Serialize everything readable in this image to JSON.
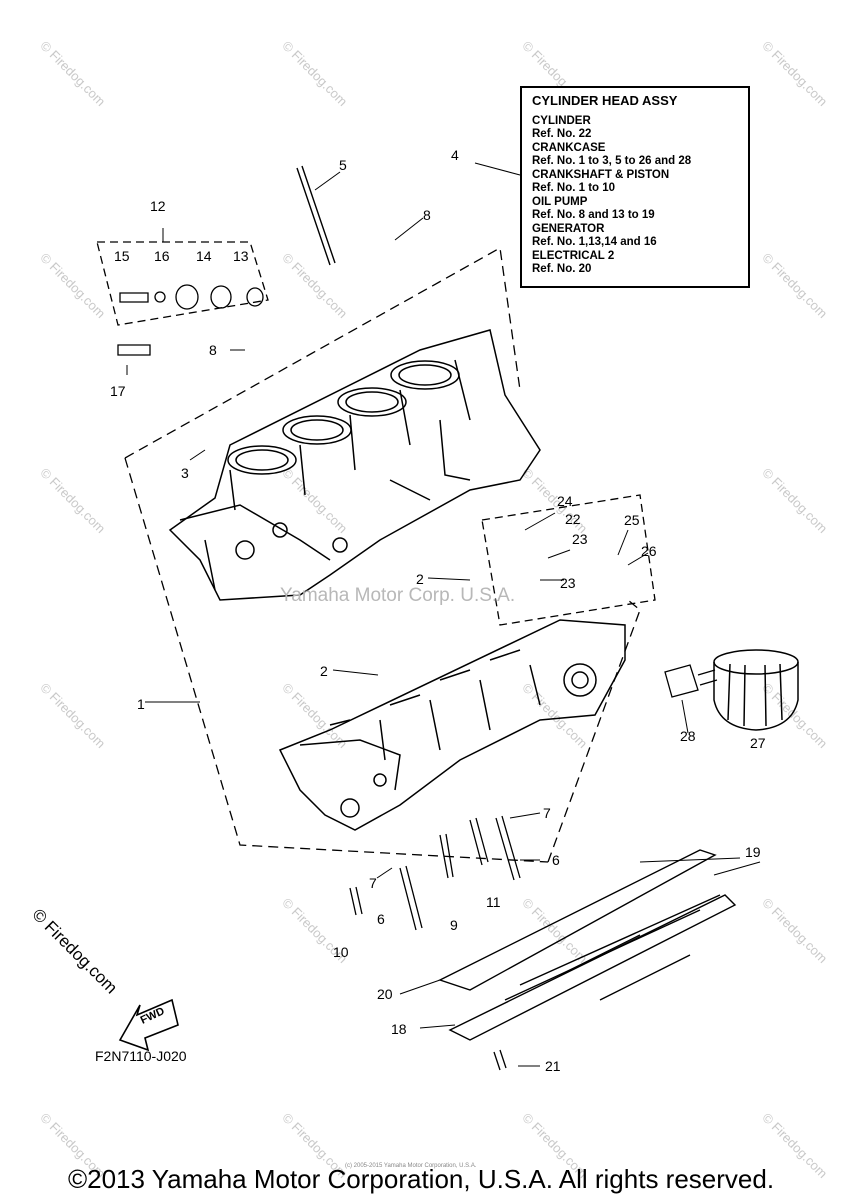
{
  "legend": {
    "title": "CYLINDER HEAD ASSY",
    "rows": [
      "CYLINDER",
      "Ref. No. 22",
      "CRANKCASE",
      "Ref. No. 1 to 3, 5 to 26 and 28",
      "CRANKSHAFT & PISTON",
      "Ref. No. 1 to 10",
      "OIL PUMP",
      "Ref. No. 8 and 13 to 19",
      "GENERATOR",
      "Ref. No. 1,13,14 and 16",
      "ELECTRICAL 2",
      "Ref. No. 20"
    ]
  },
  "callouts": [
    "1",
    "2",
    "2",
    "3",
    "4",
    "5",
    "6",
    "6",
    "7",
    "7",
    "8",
    "8",
    "9",
    "10",
    "11",
    "12",
    "13",
    "14",
    "15",
    "16",
    "17",
    "18",
    "19",
    "20",
    "21",
    "22",
    "23",
    "23",
    "24",
    "25",
    "26",
    "27",
    "28"
  ],
  "fwd_label": "FWD",
  "figure_code": "F2N7110-J020",
  "firedog_mark": "© Firedog.com",
  "watermark_center": "Yamaha Motor Corp. U.S.A.",
  "watermark_tile": "© Firedog.com",
  "tiny_copyright": "(c) 2005-2015 Yamaha Motor Corporation, U.S.A.",
  "copyright": "©2013 Yamaha Motor Corporation, U.S.A. All rights reserved."
}
